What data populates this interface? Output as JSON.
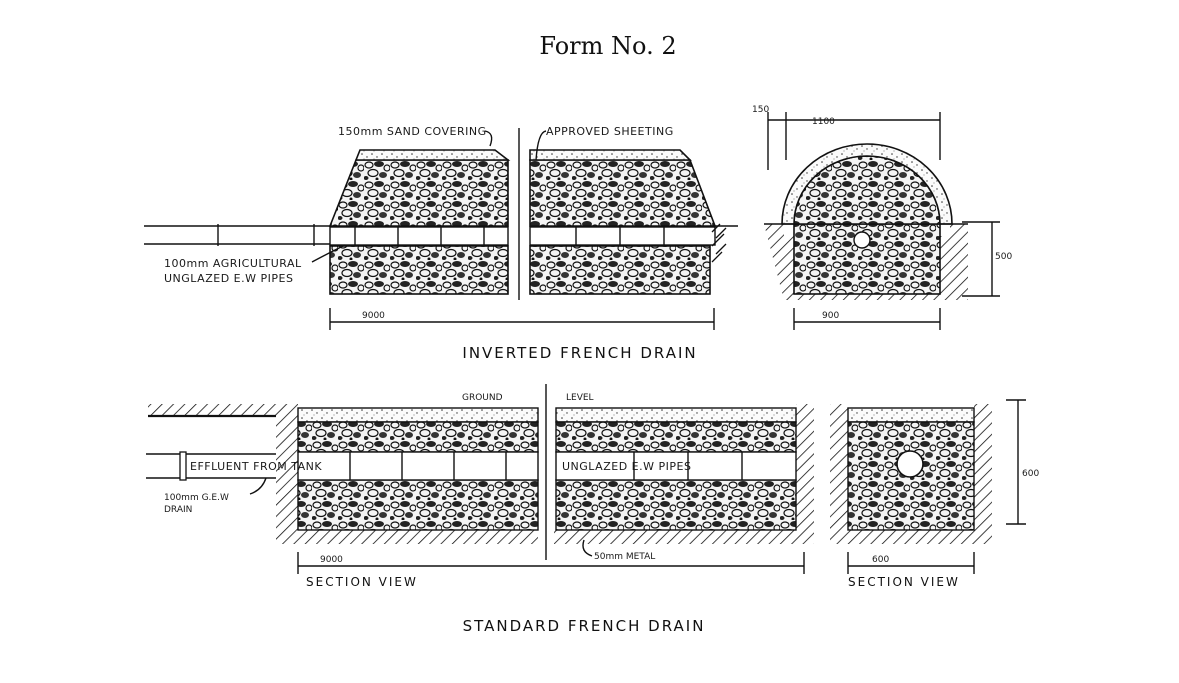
{
  "form_title": "Form No. 2",
  "inverted": {
    "sand_covering": "150mm SAND COVERING",
    "approved_sheeting": "APPROVED SHEETING",
    "pipes_line1": "100mm AGRICULTURAL",
    "pipes_line2": "UNGLAZED E.W PIPES",
    "length": "9000",
    "caption": "INVERTED FRENCH DRAIN",
    "dim_150": "150",
    "dim_1100": "1100",
    "dim_500": "500",
    "dim_900": "900"
  },
  "standard": {
    "ground": "GROUND",
    "level": "LEVEL",
    "effluent": "EFFLUENT FROM TANK",
    "drain_line1": "100mm G.E.W",
    "drain_line2": "DRAIN",
    "unglazed": "UNGLAZED E.W PIPES",
    "metal": "50mm METAL",
    "length": "9000",
    "section_view_left": "SECTION VIEW",
    "section_view_right": "SECTION VIEW",
    "dim_600_v": "600",
    "dim_600_h": "600",
    "caption": "STANDARD FRENCH DRAIN"
  },
  "colors": {
    "ink": "#111111",
    "paper": "#ffffff"
  }
}
